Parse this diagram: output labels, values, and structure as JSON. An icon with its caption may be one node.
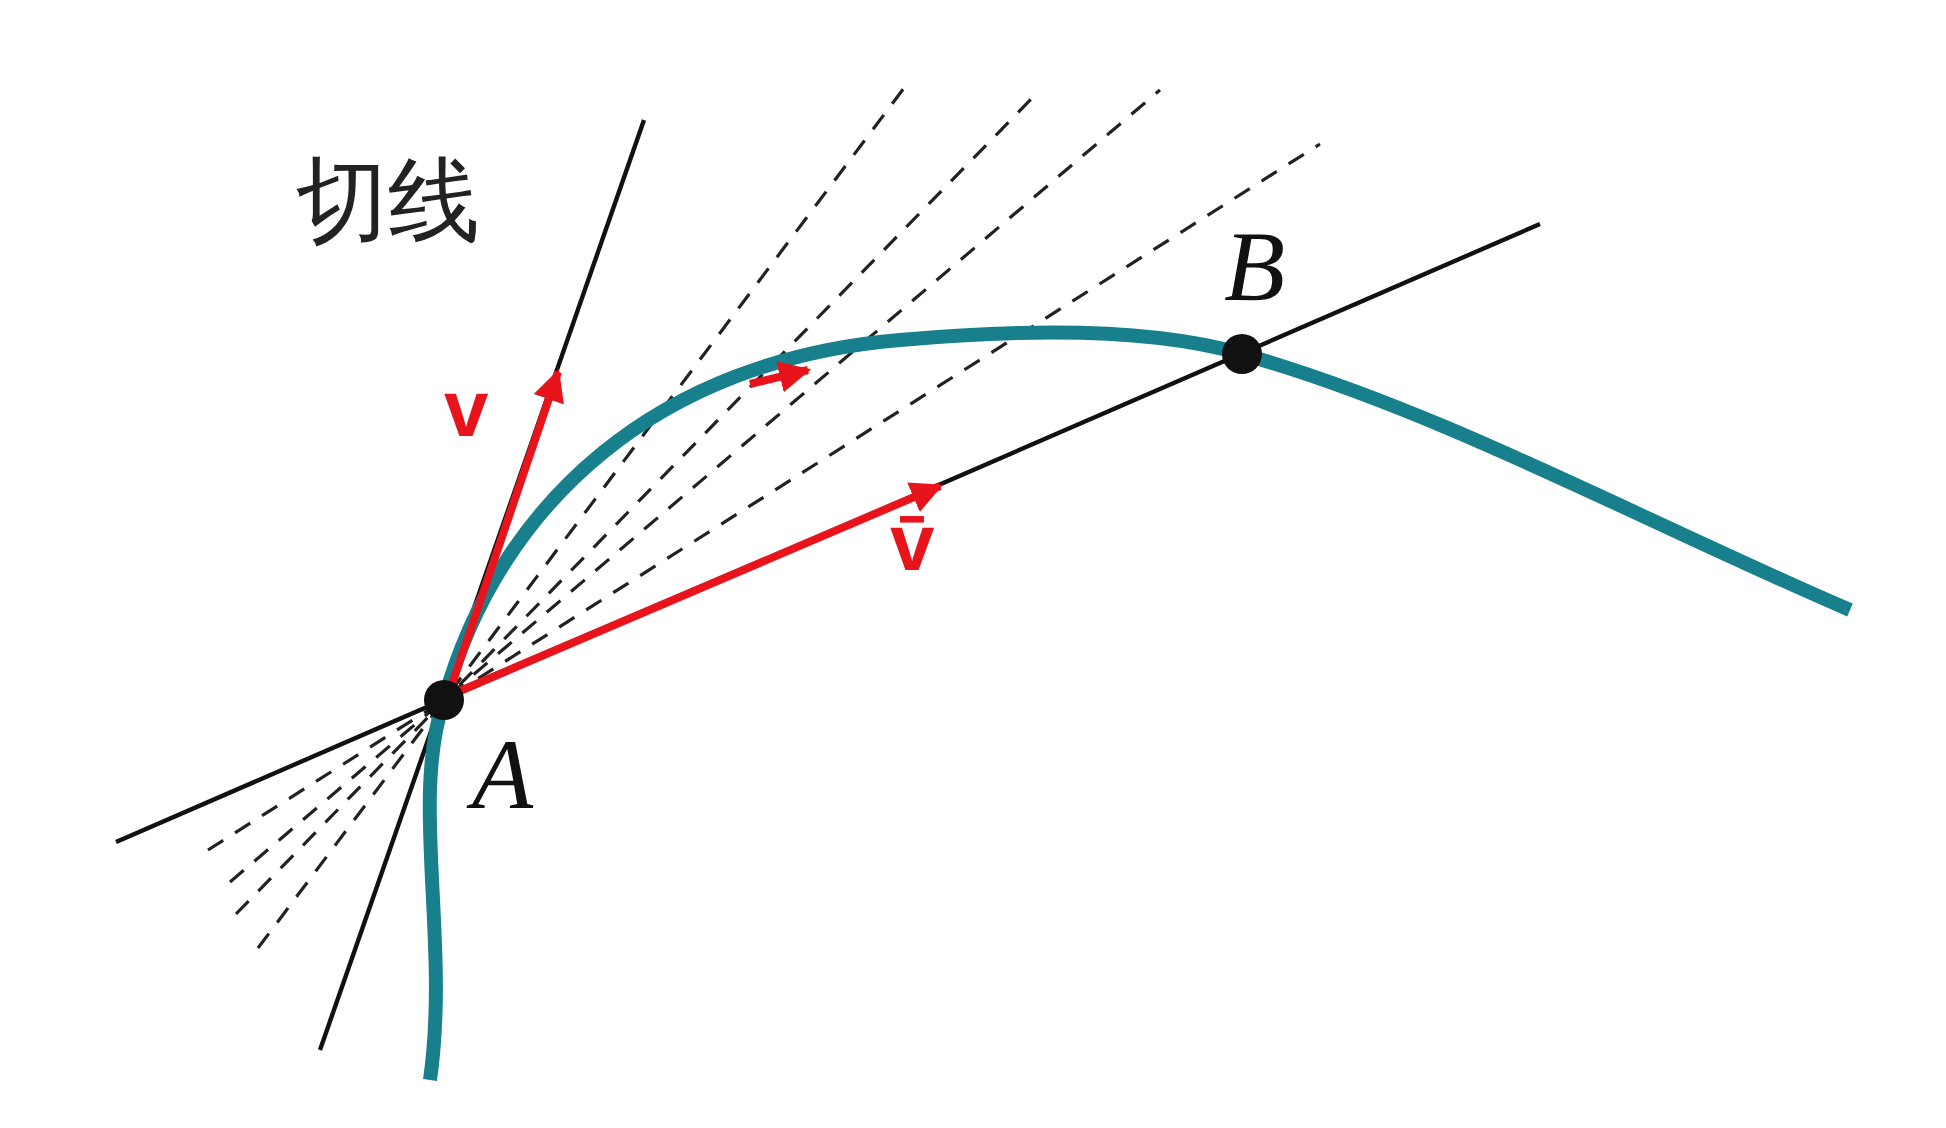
{
  "diagram": {
    "labels": [
      "切线",
      "v",
      "v̄",
      "A",
      "B"
    ]
  }
}
